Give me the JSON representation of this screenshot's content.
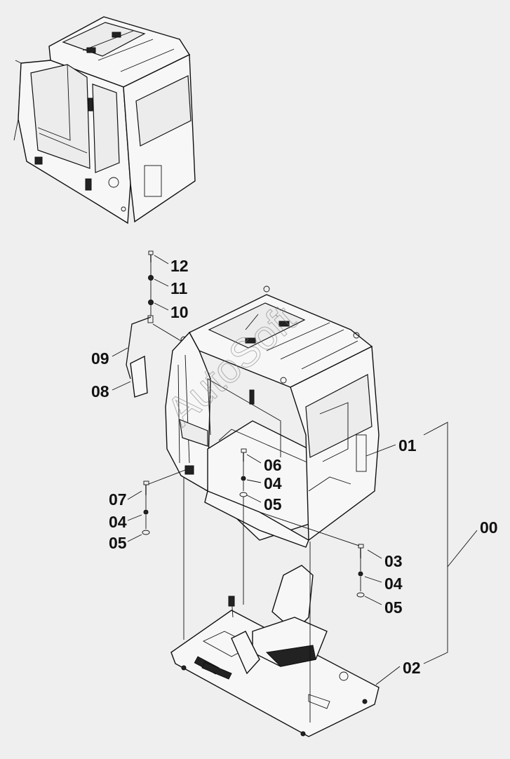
{
  "diagram": {
    "watermark": "AutoSoft",
    "callouts": [
      {
        "id": "c12",
        "text": "12"
      },
      {
        "id": "c11",
        "text": "11"
      },
      {
        "id": "c10",
        "text": "10"
      },
      {
        "id": "c09",
        "text": "09"
      },
      {
        "id": "c08",
        "text": "08"
      },
      {
        "id": "c06",
        "text": "06"
      },
      {
        "id": "c04a",
        "text": "04"
      },
      {
        "id": "c05a",
        "text": "05"
      },
      {
        "id": "c07",
        "text": "07"
      },
      {
        "id": "c04b",
        "text": "04"
      },
      {
        "id": "c05b",
        "text": "05"
      },
      {
        "id": "c01",
        "text": "01"
      },
      {
        "id": "c00",
        "text": "00"
      },
      {
        "id": "c03",
        "text": "03"
      },
      {
        "id": "c04c",
        "text": "04"
      },
      {
        "id": "c05c",
        "text": "05"
      },
      {
        "id": "c02",
        "text": "02"
      }
    ],
    "colors": {
      "background": "#efefef",
      "line": "#111111"
    }
  }
}
